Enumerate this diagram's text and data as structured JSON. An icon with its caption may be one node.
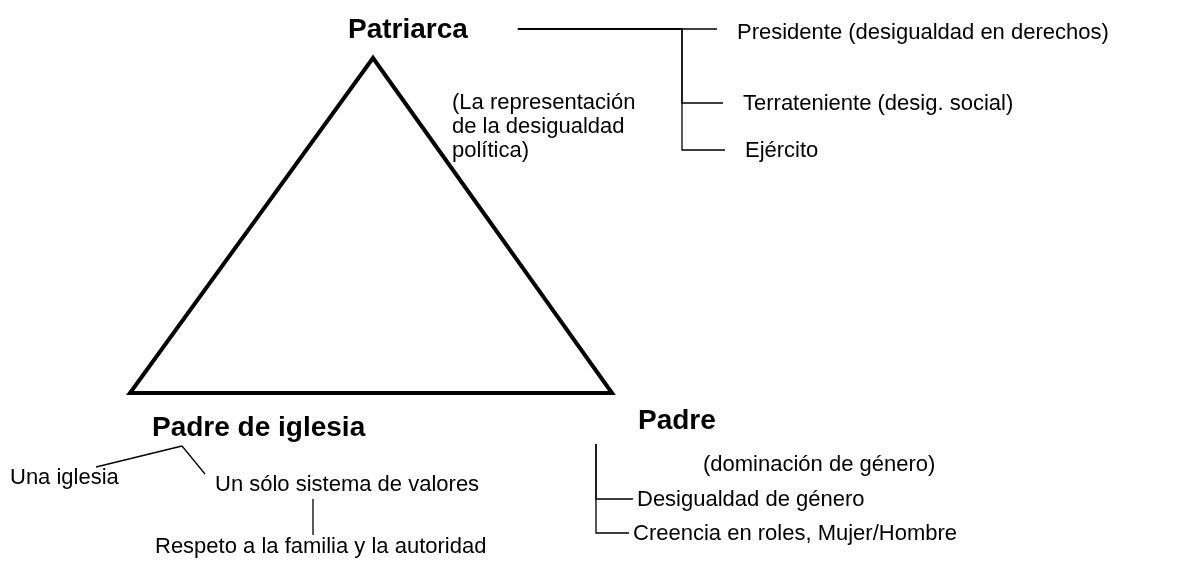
{
  "diagram": {
    "nodes": [
      {
        "text": [
          "Patriarca"
        ],
        "beside": [
          "(La representación de la desigualdad política)"
        ]
      },
      {
        "text": [
          "Presidente (desigualdad en derechos)"
        ]
      },
      {
        "text": [
          "Terrateniente (desig. social)"
        ]
      },
      {
        "text": [
          "Ejército"
        ]
      },
      {
        "text": [
          "Padre de iglesia"
        ]
      },
      {
        "text": [
          "Una iglesia"
        ]
      },
      {
        "text": [
          "Un sólo sistema de valores"
        ]
      },
      {
        "text": [
          "Respeto a la familia y la autoridad"
        ]
      },
      {
        "text": [
          "Padre"
        ],
        "beside": [
          "(dominación de género)"
        ]
      },
      {
        "text": [
          "Desigualdad de género"
        ]
      },
      {
        "text": [
          "Creencia en roles, Mujer/Hombre"
        ]
      }
    ],
    "edges": [
      {
        "from": 0,
        "to": 1,
        "arrow": "none"
      },
      {
        "from": 0,
        "to": 2,
        "arrow": "none"
      },
      {
        "from": 0,
        "to": 3,
        "arrow": "none"
      },
      {
        "from": 4,
        "to": 5,
        "arrow": "none"
      },
      {
        "from": 4,
        "to": 6,
        "arrow": "none"
      },
      {
        "from": 6,
        "to": 7,
        "arrow": "none"
      },
      {
        "from": 8,
        "to": 9,
        "arrow": "none"
      },
      {
        "from": 8,
        "to": 10,
        "arrow": "none"
      }
    ]
  }
}
